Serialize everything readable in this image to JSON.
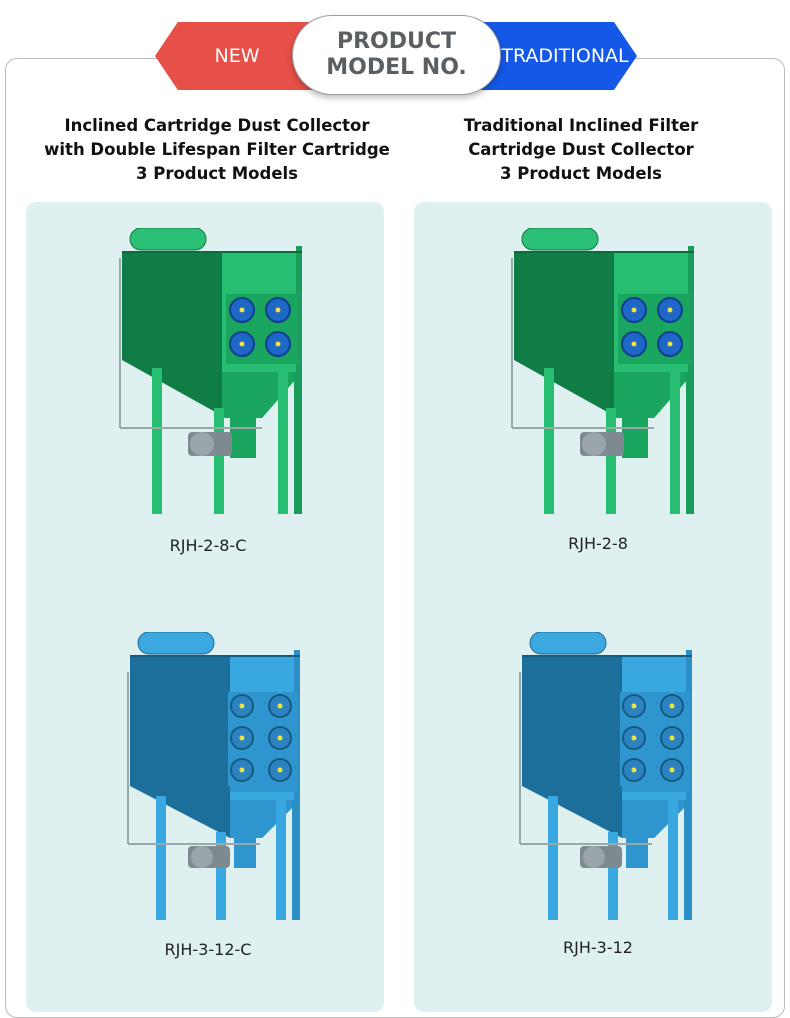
{
  "header": {
    "new_label": "NEW",
    "traditional_label": "TRADITIONAL",
    "title_line1": "PRODUCT",
    "title_line2": "MODEL NO."
  },
  "columns": [
    {
      "title_lines": [
        "Inclined Cartridge Dust Collector",
        "with Double Lifespan Filter Cartridge",
        "3 Product Models"
      ],
      "models": [
        "RJH-2-8-C",
        "RJH-3-12-C"
      ]
    },
    {
      "title_lines": [
        "Traditional Inclined Filter",
        "Cartridge Dust Collector",
        "3 Product Models"
      ],
      "models": [
        "RJH-2-8",
        "RJH-3-12"
      ]
    }
  ],
  "colors": {
    "new_red": "#e74f49",
    "traditional_blue": "#1557e6",
    "panel_bg": "#def1f0",
    "machine_green": "#1fa85a",
    "machine_blue": "#2a8fc7"
  }
}
